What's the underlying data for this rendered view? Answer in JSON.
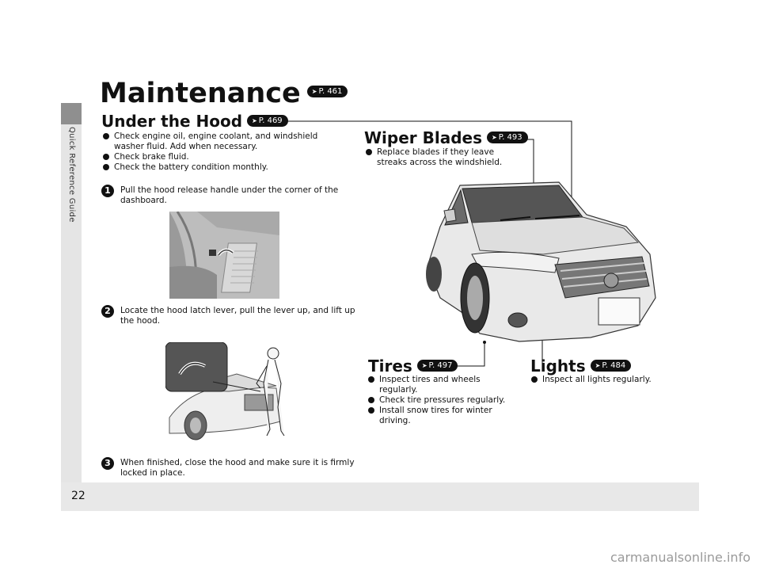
{
  "sidebar": {
    "label": "Quick Reference Guide"
  },
  "page": {
    "number": "22"
  },
  "watermark": "carmanualsonline.info",
  "title": {
    "text": "Maintenance",
    "ref": "P. 461"
  },
  "under_hood": {
    "heading": "Under the Hood",
    "ref": "P. 469",
    "bullets": [
      "Check engine oil, engine coolant, and windshield washer fluid. Add when necessary.",
      "Check brake fluid.",
      "Check the battery condition monthly."
    ],
    "steps": [
      {
        "num": "1",
        "text": "Pull the hood release handle under the corner of the dashboard."
      },
      {
        "num": "2",
        "text": "Locate the hood latch lever, pull the lever up, and lift up the hood."
      },
      {
        "num": "3",
        "text": "When finished, close the hood and make sure it is firmly locked in place."
      }
    ]
  },
  "wiper": {
    "heading": "Wiper Blades",
    "ref": "P. 493",
    "bullets": [
      "Replace blades if they leave streaks across the windshield."
    ]
  },
  "tires": {
    "heading": "Tires",
    "ref": "P. 497",
    "bullets": [
      "Inspect tires and wheels regularly.",
      "Check tire pressures regularly.",
      "Install snow tires for winter driving."
    ]
  },
  "lights": {
    "heading": "Lights",
    "ref": "P. 484",
    "bullets": [
      "Inspect all lights regularly."
    ]
  }
}
